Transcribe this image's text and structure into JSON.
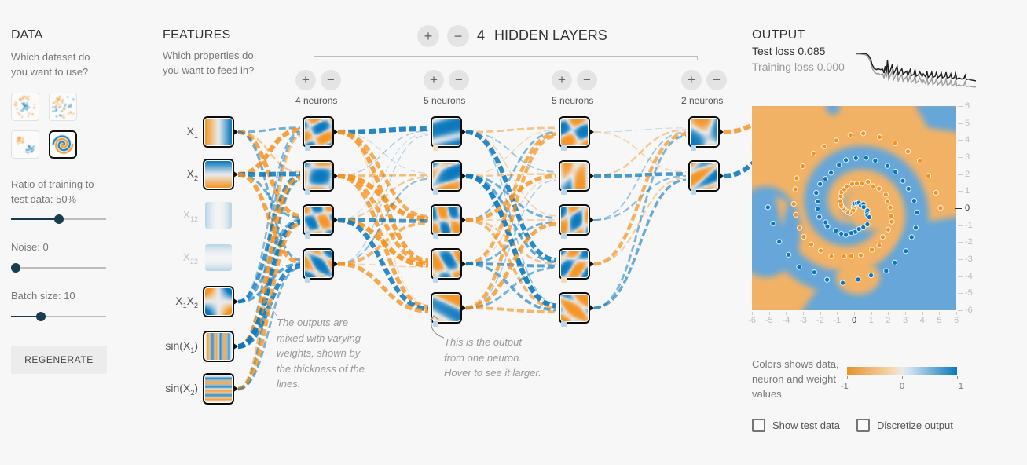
{
  "data_panel": {
    "title": "DATA",
    "question": "Which dataset do you want to use?",
    "datasets": [
      {
        "name": "circle",
        "selected": false
      },
      {
        "name": "xor",
        "selected": false
      },
      {
        "name": "gauss",
        "selected": false
      },
      {
        "name": "spiral",
        "selected": true
      }
    ],
    "sliders": [
      {
        "label": "Ratio of training to test data:",
        "value": "50%",
        "pos": 0.5
      },
      {
        "label": "Noise:",
        "value": "0",
        "pos": 0.0
      },
      {
        "label": "Batch size:",
        "value": "10",
        "pos": 0.31
      }
    ],
    "regenerate_label": "REGENERATE"
  },
  "features": {
    "title": "FEATURES",
    "question": "Which properties do you want to feed in?",
    "items": [
      {
        "id": "x1",
        "segments": [
          [
            "X",
            0
          ],
          [
            "1",
            1
          ]
        ],
        "active": true
      },
      {
        "id": "x2",
        "segments": [
          [
            "X",
            0
          ],
          [
            "2",
            1
          ]
        ],
        "active": true
      },
      {
        "id": "x12",
        "segments": [
          [
            "X",
            0
          ],
          [
            "1",
            1
          ],
          [
            "2",
            1
          ]
        ],
        "active": false
      },
      {
        "id": "x22",
        "segments": [
          [
            "X",
            0
          ],
          [
            "2",
            1
          ],
          [
            "2",
            1
          ]
        ],
        "active": false
      },
      {
        "id": "x1x2",
        "segments": [
          [
            "X",
            0
          ],
          [
            "1",
            1
          ],
          [
            "X",
            0
          ],
          [
            "2",
            1
          ]
        ],
        "active": true
      },
      {
        "id": "sinx1",
        "segments": [
          [
            "sin(X",
            0
          ],
          [
            "1",
            1
          ],
          [
            ")",
            0
          ]
        ],
        "active": true
      },
      {
        "id": "sinx2",
        "segments": [
          [
            "sin(X",
            0
          ],
          [
            "2",
            1
          ],
          [
            ")",
            0
          ]
        ],
        "active": true
      }
    ]
  },
  "network": {
    "hidden_layers_count": "4",
    "hidden_layers_label": "HIDDEN LAYERS",
    "plus_glyph": "+",
    "minus_glyph": "−",
    "sizes": [
      4,
      5,
      5,
      2
    ],
    "layer_labels": [
      "4 neurons",
      "5 neurons",
      "5 neurons",
      "2 neurons"
    ],
    "annotation_weights": "The outputs are mixed with varying weights, shown by the thickness of the lines.",
    "annotation_neuron": "This is the output from one neuron. Hover to see it larger."
  },
  "output": {
    "title": "OUTPUT",
    "test_loss_label": "Test loss",
    "test_loss_value": "0.085",
    "training_loss_label": "Training loss",
    "training_loss_value": "0.000",
    "x_ticks": [
      "-6",
      "-5",
      "-4",
      "-3",
      "-2",
      "-1",
      "0",
      "1",
      "2",
      "3",
      "4",
      "5",
      "6"
    ],
    "y_ticks": [
      "6",
      "5",
      "4",
      "3",
      "2",
      "1",
      "0",
      "-1",
      "-2",
      "-3",
      "-4",
      "-5",
      "-6"
    ],
    "legend_text": "Colors shows data, neuron and weight values.",
    "colorbar_ticks": [
      "-1",
      "0",
      "1"
    ],
    "checkboxes": [
      {
        "label": "Show test data",
        "checked": false
      },
      {
        "label": "Discretize output",
        "checked": false
      }
    ]
  },
  "colors": {
    "orange": "#f59322",
    "blue": "#0877bd",
    "region_orange": "#f2b266",
    "region_blue": "#66a6d8",
    "background": "#f7f7f7"
  },
  "chart_data": {
    "type": "heatmap",
    "title": "Decision boundary of network on spiral dataset",
    "axis_range": [
      -6,
      6
    ],
    "spiral": {
      "points_per_class": 55,
      "radius_max": 5,
      "rotations": 1.75,
      "noise": 0,
      "classes": [
        {
          "name": "blue",
          "delta_t": 0
        },
        {
          "name": "orange",
          "delta_t": 3.14159
        }
      ]
    },
    "loss_curves": {
      "test": [
        [
          0,
          14
        ],
        [
          3,
          14
        ],
        [
          6,
          15
        ],
        [
          8,
          15
        ],
        [
          10,
          19
        ],
        [
          12,
          28
        ],
        [
          13,
          40
        ],
        [
          15,
          50
        ],
        [
          17,
          52
        ],
        [
          18,
          50
        ],
        [
          20,
          52
        ],
        [
          22,
          51
        ],
        [
          23,
          60
        ],
        [
          24,
          44
        ],
        [
          25,
          59
        ],
        [
          26,
          30
        ],
        [
          27,
          61
        ],
        [
          28,
          57
        ],
        [
          30,
          40
        ],
        [
          31,
          62
        ],
        [
          32,
          57
        ],
        [
          34,
          44
        ],
        [
          35,
          63
        ],
        [
          36,
          59
        ],
        [
          38,
          50
        ],
        [
          39,
          63
        ],
        [
          40,
          60
        ],
        [
          42,
          56
        ],
        [
          43,
          66
        ],
        [
          45,
          52
        ],
        [
          46,
          66
        ],
        [
          48,
          63
        ],
        [
          49,
          52
        ],
        [
          50,
          67
        ],
        [
          52,
          64
        ],
        [
          53,
          57
        ],
        [
          55,
          68
        ],
        [
          56,
          62
        ],
        [
          58,
          69
        ],
        [
          59,
          56
        ],
        [
          60,
          70
        ],
        [
          62,
          65
        ],
        [
          63,
          58
        ],
        [
          64,
          70
        ],
        [
          66,
          67
        ],
        [
          67,
          57
        ],
        [
          68,
          71
        ],
        [
          70,
          66
        ],
        [
          71,
          59
        ],
        [
          72,
          71
        ],
        [
          74,
          68
        ],
        [
          75,
          58
        ],
        [
          76,
          72
        ],
        [
          78,
          69
        ],
        [
          79,
          62
        ],
        [
          80,
          73
        ],
        [
          82,
          70
        ],
        [
          83,
          61
        ],
        [
          84,
          74
        ],
        [
          86,
          71
        ],
        [
          88,
          74
        ],
        [
          90,
          72
        ],
        [
          91,
          65
        ],
        [
          92,
          75
        ],
        [
          94,
          74
        ],
        [
          96,
          76
        ],
        [
          98,
          77
        ],
        [
          100,
          78
        ]
      ],
      "train": [
        [
          0,
          16
        ],
        [
          3,
          16
        ],
        [
          6,
          17
        ],
        [
          8,
          18
        ],
        [
          10,
          24
        ],
        [
          12,
          36
        ],
        [
          13,
          48
        ],
        [
          15,
          58
        ],
        [
          17,
          62
        ],
        [
          18,
          60
        ],
        [
          20,
          64
        ],
        [
          22,
          62
        ],
        [
          23,
          72
        ],
        [
          24,
          58
        ],
        [
          25,
          70
        ],
        [
          26,
          48
        ],
        [
          27,
          74
        ],
        [
          28,
          68
        ],
        [
          30,
          56
        ],
        [
          31,
          76
        ],
        [
          32,
          70
        ],
        [
          34,
          58
        ],
        [
          35,
          78
        ],
        [
          36,
          72
        ],
        [
          38,
          64
        ],
        [
          39,
          79
        ],
        [
          40,
          74
        ],
        [
          42,
          68
        ],
        [
          43,
          82
        ],
        [
          45,
          66
        ],
        [
          46,
          82
        ],
        [
          48,
          76
        ],
        [
          49,
          66
        ],
        [
          50,
          83
        ],
        [
          52,
          78
        ],
        [
          53,
          70
        ],
        [
          55,
          84
        ],
        [
          56,
          76
        ],
        [
          58,
          85
        ],
        [
          59,
          70
        ],
        [
          60,
          86
        ],
        [
          62,
          80
        ],
        [
          63,
          72
        ],
        [
          64,
          86
        ],
        [
          66,
          82
        ],
        [
          67,
          72
        ],
        [
          68,
          87
        ],
        [
          70,
          82
        ],
        [
          71,
          74
        ],
        [
          72,
          88
        ],
        [
          74,
          84
        ],
        [
          75,
          72
        ],
        [
          76,
          88
        ],
        [
          78,
          85
        ],
        [
          79,
          76
        ],
        [
          80,
          89
        ],
        [
          82,
          86
        ],
        [
          83,
          76
        ],
        [
          84,
          90
        ],
        [
          86,
          87
        ],
        [
          88,
          90
        ],
        [
          90,
          88
        ],
        [
          91,
          80
        ],
        [
          92,
          91
        ],
        [
          94,
          90
        ],
        [
          96,
          91
        ],
        [
          98,
          92
        ],
        [
          100,
          92
        ]
      ]
    }
  }
}
